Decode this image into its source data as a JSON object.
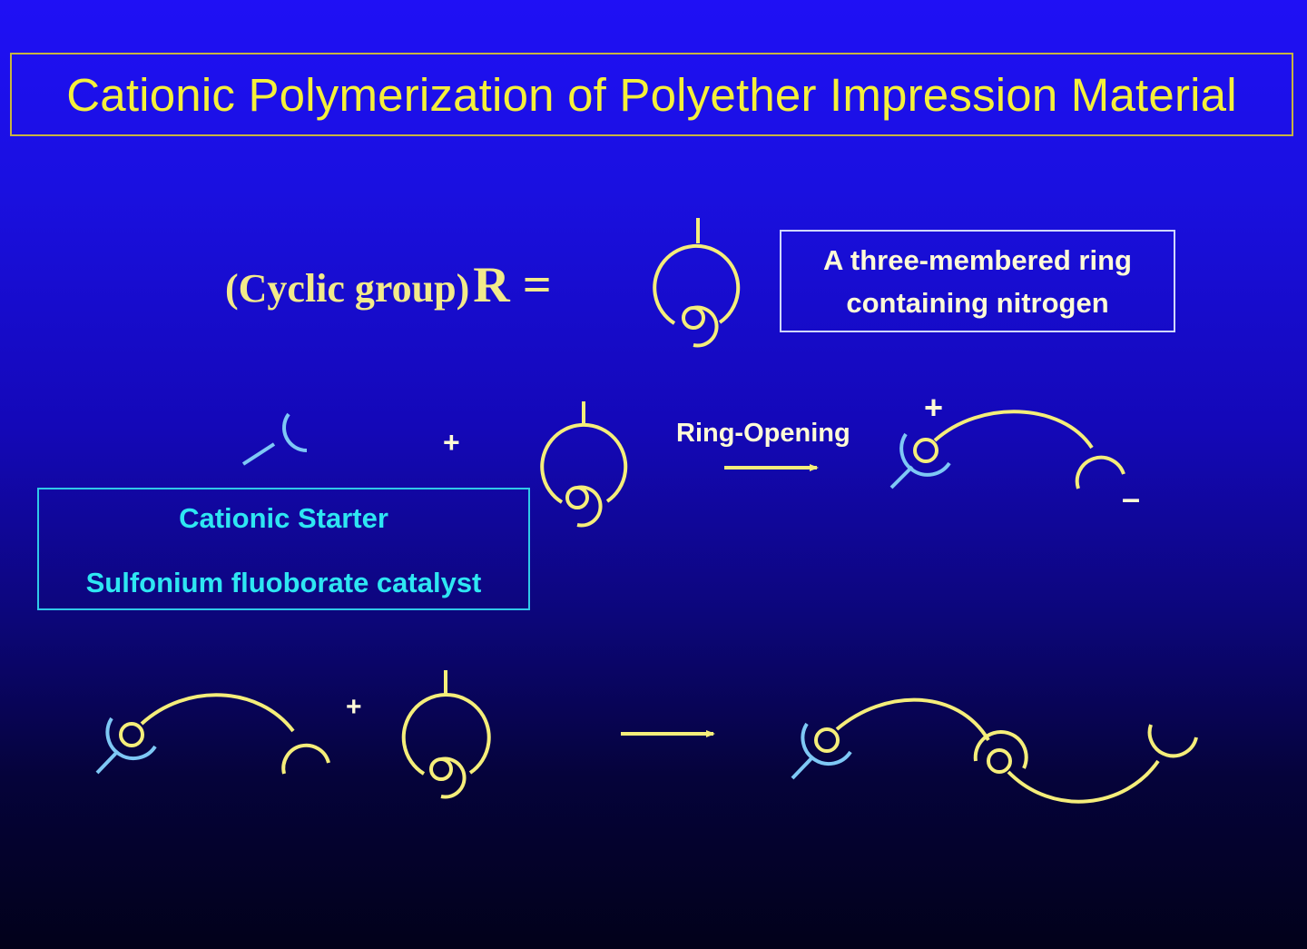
{
  "title": "Cationic Polymerization of Polyether Impression Material",
  "definition": {
    "label_prefix": "(Cyclic group)",
    "label_symbol": "R =",
    "description_line1": "A three-membered ring",
    "description_line2": "containing nitrogen"
  },
  "reaction1": {
    "plus": "+",
    "arrow_label": "Ring-Opening",
    "cation_sign": "+",
    "anion_sign": "–",
    "starter_line1": "Cationic Starter",
    "starter_line2": "Sulfonium fluoborate catalyst"
  },
  "reaction2": {
    "plus": "+"
  },
  "colors": {
    "title": "#f5f03a",
    "monomer": "#f5ee7a",
    "starter": "#7ec8f5",
    "starter_box": "#2ee6f2"
  }
}
